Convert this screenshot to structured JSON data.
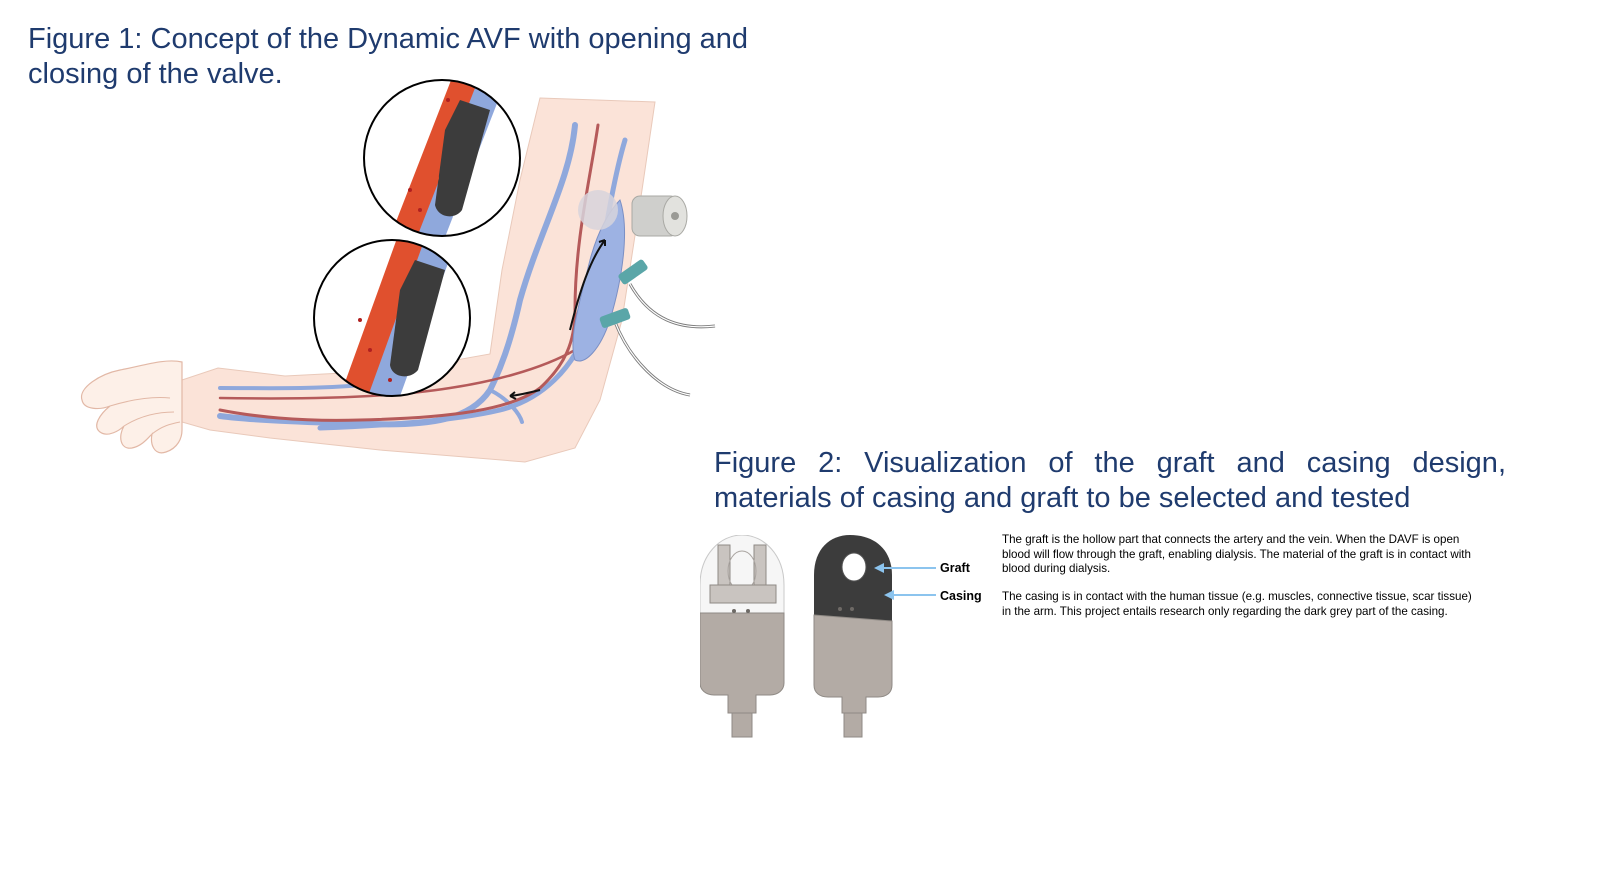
{
  "figure1": {
    "title": "Figure 1: Concept of the Dynamic AVF with opening and closing of the valve."
  },
  "figure2": {
    "title": "Figure 2: Visualization of the graft and casing design, materials of casing and graft to be selected and tested",
    "labels": {
      "graft": "Graft",
      "casing": "Casing"
    },
    "descriptions": {
      "graft": "The graft is the hollow part that connects the artery and the vein. When the DAVF is open blood will flow through the graft, enabling dialysis. The material of the graft is in contact with blood during dialysis.",
      "casing": "The casing is in contact with the human tissue (e.g. muscles, connective tissue, scar tissue) in the arm. This project entails research only regarding the dark grey part of the casing."
    }
  },
  "colors": {
    "title": "#1f3b6e",
    "skin": "#fbe3d8",
    "artery": "#b55a5a",
    "vein": "#8fa8dc",
    "blood": "#e0502e",
    "casing_dark": "#3c3c3c",
    "casing_light": "#b3aba5",
    "arrow": "#8cc4ee",
    "needle": "#5aa6a8"
  }
}
